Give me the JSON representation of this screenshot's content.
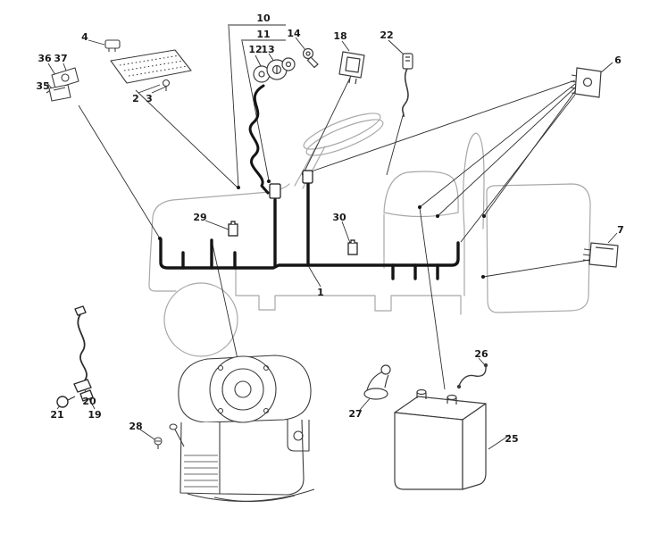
{
  "diagram": {
    "type": "exploded-parts-diagram",
    "background": "#ffffff",
    "outline_color": "#a8a8a8",
    "harness_color": "#141414",
    "label_color": "#1a1a1a",
    "parts": {
      "p1": "1",
      "p2": "2",
      "p3": "3",
      "p4": "4",
      "p6": "6",
      "p7": "7",
      "p10": "10",
      "p11": "11",
      "p12": "12",
      "p13": "13",
      "p14": "14",
      "p18": "18",
      "p19": "19",
      "p20": "20",
      "p21": "21",
      "p22": "22",
      "p25": "25",
      "p26": "26",
      "p27": "27",
      "p28": "28",
      "p29": "29",
      "p30": "30",
      "p35": "35",
      "p36": "36",
      "p37": "37"
    }
  }
}
